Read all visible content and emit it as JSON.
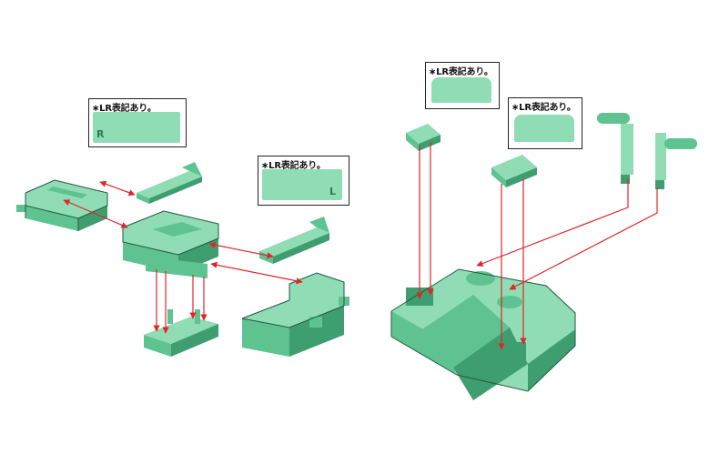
{
  "callouts": [
    {
      "id": "callout-left-1",
      "text": "∗LR表記あり。",
      "mark": "R"
    },
    {
      "id": "callout-left-2",
      "text": "∗LR表記あり。",
      "mark": "L"
    },
    {
      "id": "callout-right-1",
      "text": "∗LR表記あり。"
    },
    {
      "id": "callout-right-2",
      "text": "∗LR表記あり。"
    }
  ],
  "colors": {
    "part_light": "#8fdcb5",
    "part_mid": "#5ec391",
    "part_dark": "#3e9e70",
    "edge": "#1f5a3e",
    "arrow": "#e0262b"
  }
}
